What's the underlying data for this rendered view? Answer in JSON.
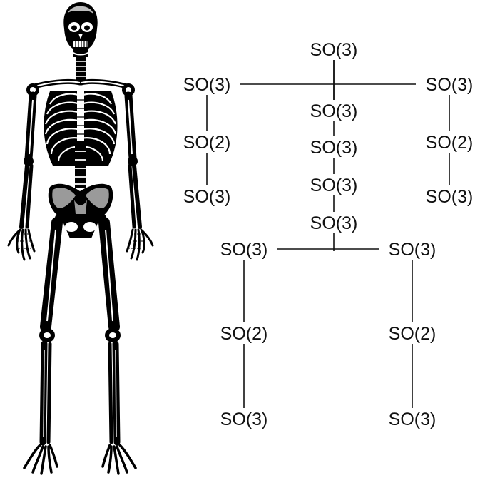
{
  "diagram": {
    "nodes": [
      {
        "id": "head",
        "label": "SO(3)"
      },
      {
        "id": "shoulder-left",
        "label": "SO(3)"
      },
      {
        "id": "neck",
        "label": "SO(3)"
      },
      {
        "id": "shoulder-right",
        "label": "SO(3)"
      },
      {
        "id": "elbow-left",
        "label": "SO(2)"
      },
      {
        "id": "spine-1",
        "label": "SO(3)"
      },
      {
        "id": "elbow-right",
        "label": "SO(2)"
      },
      {
        "id": "wrist-left",
        "label": "SO(3)"
      },
      {
        "id": "spine-2",
        "label": "SO(3)"
      },
      {
        "id": "wrist-right",
        "label": "SO(3)"
      },
      {
        "id": "pelvis",
        "label": "SO(3)"
      },
      {
        "id": "hip-left",
        "label": "SO(3)"
      },
      {
        "id": "hip-right",
        "label": "SO(3)"
      },
      {
        "id": "knee-left",
        "label": "SO(2)"
      },
      {
        "id": "knee-right",
        "label": "SO(2)"
      },
      {
        "id": "ankle-left",
        "label": "SO(3)"
      },
      {
        "id": "ankle-right",
        "label": "SO(3)"
      }
    ],
    "edges": [
      [
        "shoulder-left",
        "shoulder-right"
      ],
      [
        "head",
        "neck"
      ],
      [
        "neck",
        "spine-1"
      ],
      [
        "spine-1",
        "spine-2"
      ],
      [
        "spine-2",
        "pelvis"
      ],
      [
        "pelvis",
        "hip-left"
      ],
      [
        "pelvis",
        "hip-right"
      ],
      [
        "shoulder-left",
        "elbow-left"
      ],
      [
        "elbow-left",
        "wrist-left"
      ],
      [
        "shoulder-right",
        "elbow-right"
      ],
      [
        "elbow-right",
        "wrist-right"
      ],
      [
        "hip-left",
        "knee-left"
      ],
      [
        "knee-left",
        "ankle-left"
      ],
      [
        "hip-right",
        "knee-right"
      ],
      [
        "knee-right",
        "ankle-right"
      ]
    ]
  },
  "colors": {
    "ink": "#111111",
    "bone": "#000000",
    "bone_highlight": "#ffffff",
    "bone_gray": "#9a9a9a"
  }
}
